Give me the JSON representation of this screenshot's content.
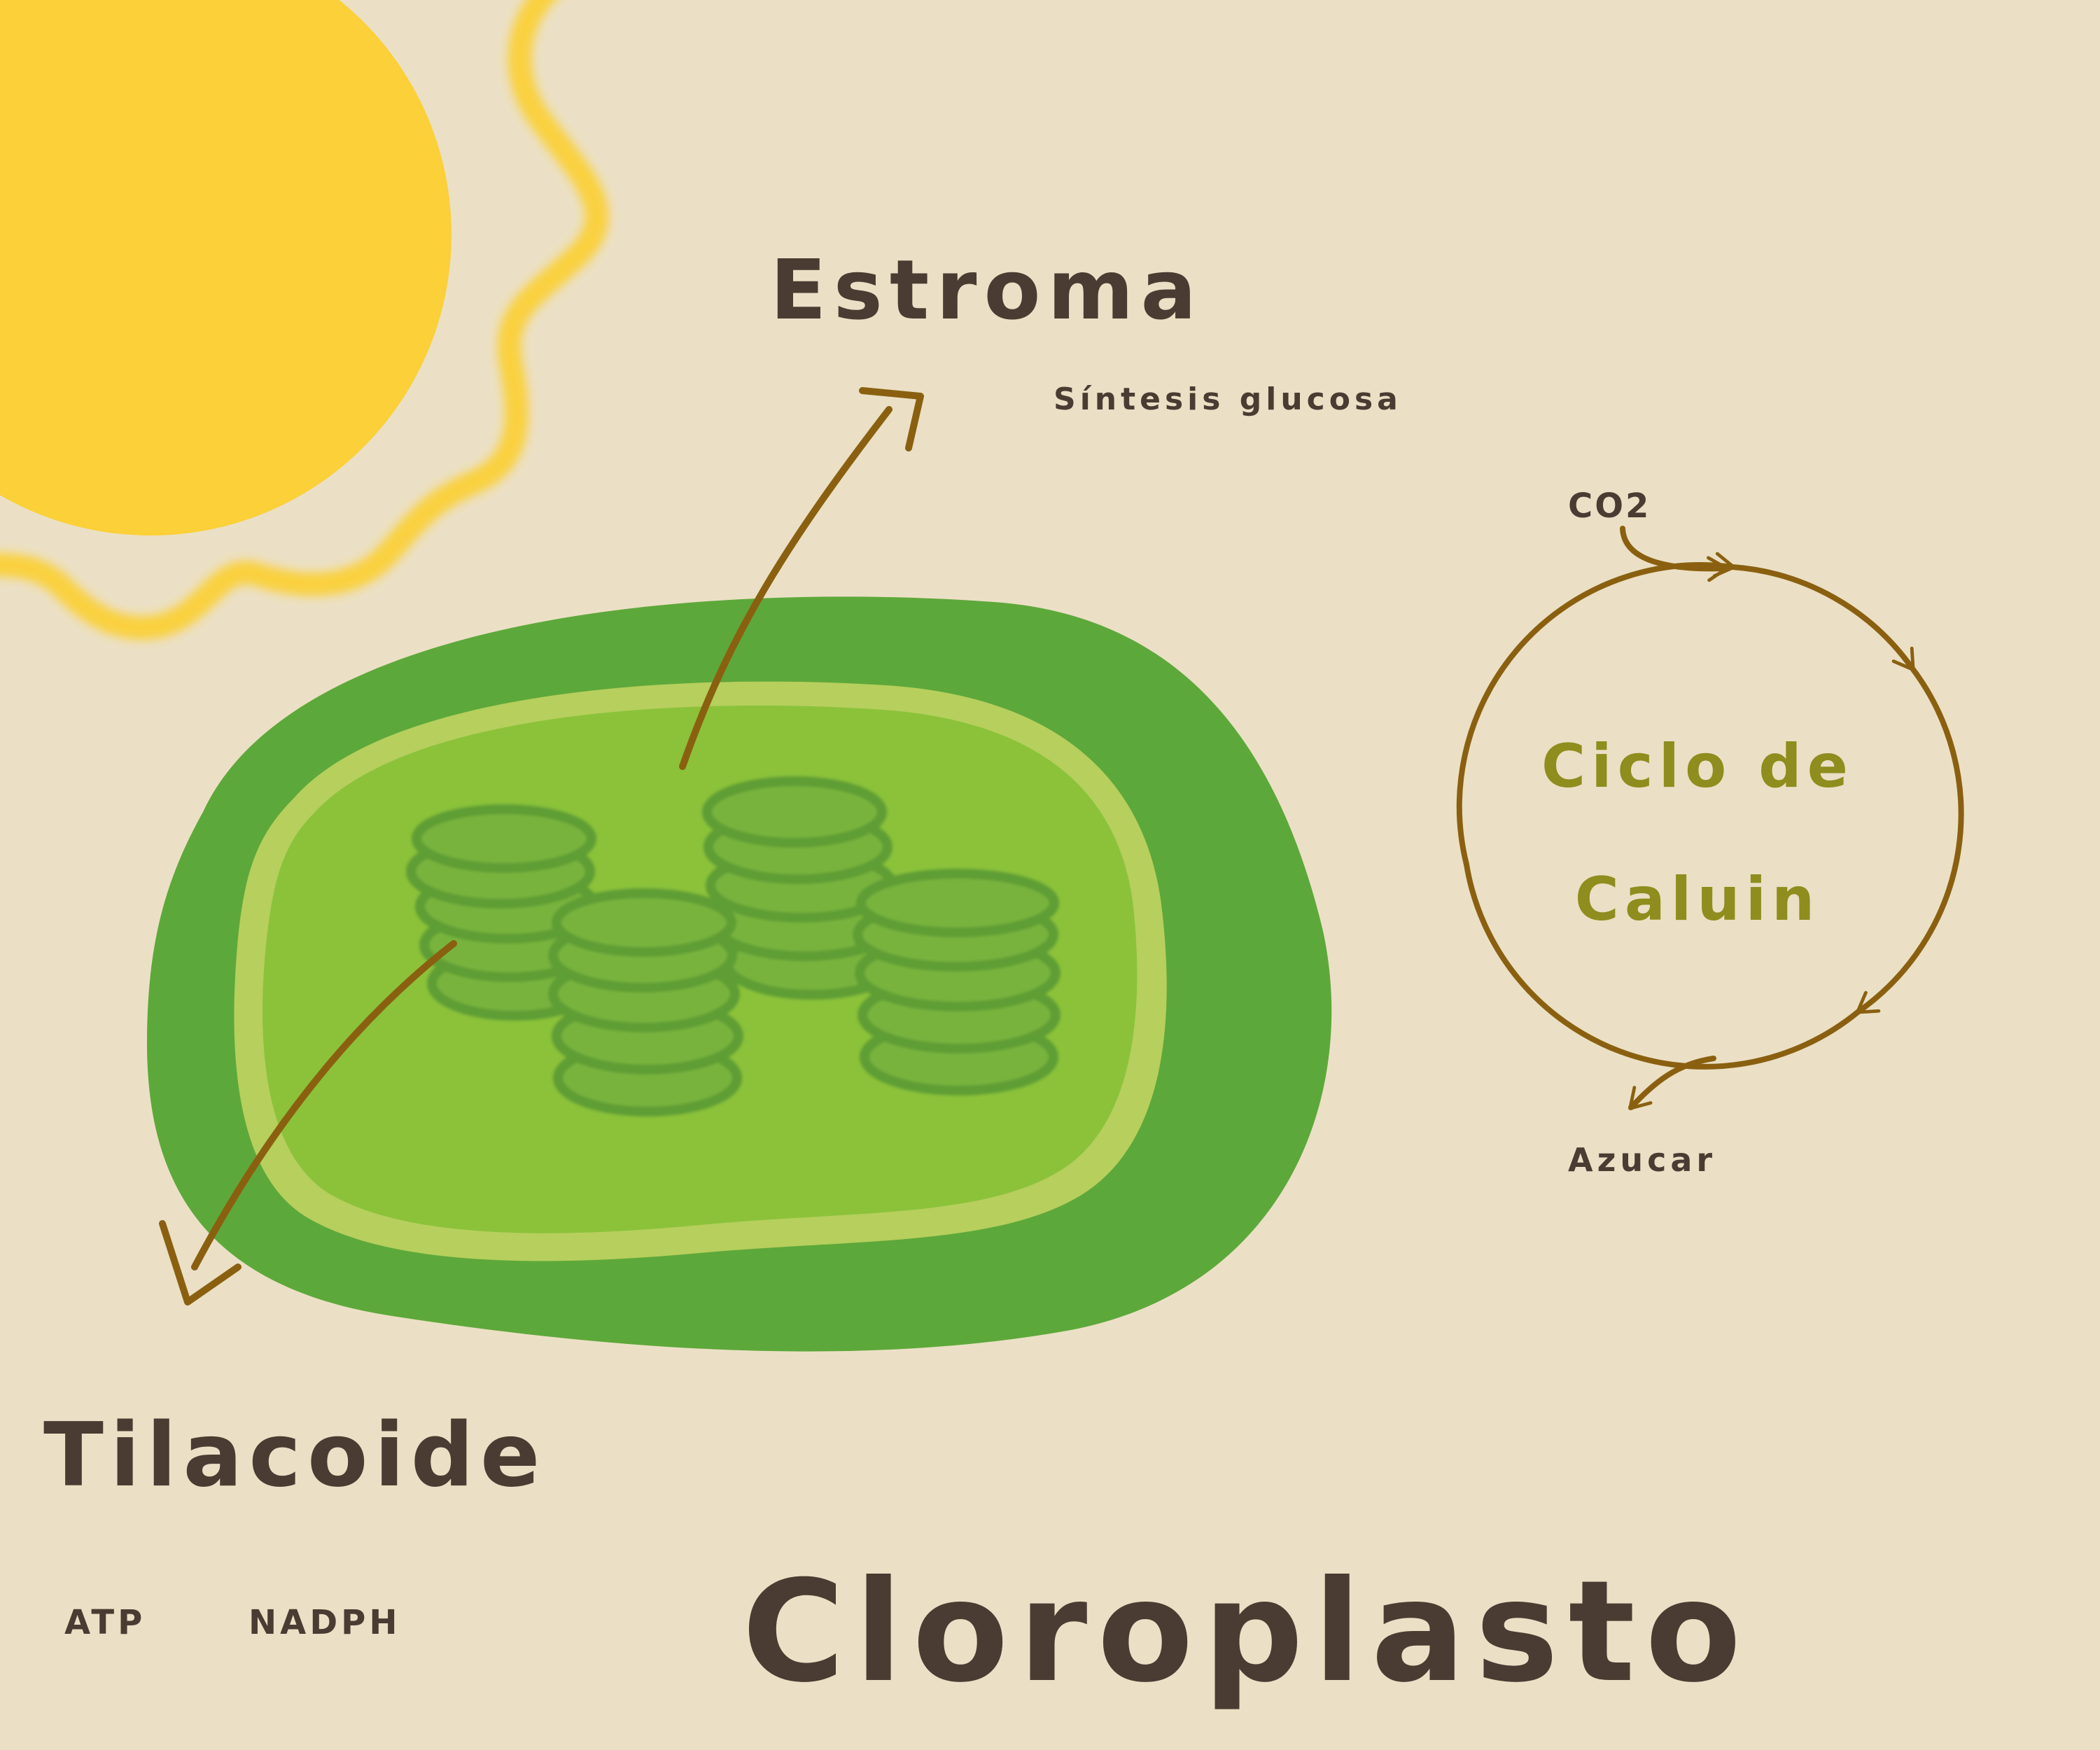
{
  "diagram": {
    "title": "Cloroplasto",
    "stroma": {
      "label": "Estroma",
      "description": "Síntesis glucosa"
    },
    "thylakoid": {
      "label": "Tilacoide",
      "products": [
        "ATP",
        "NADPH"
      ]
    },
    "calvin_cycle": {
      "name_line_1": "Ciclo de",
      "name_line_2": "Caluin",
      "input": "CO2",
      "output": "Azucar"
    },
    "colors": {
      "background": "#ebe0c5",
      "sun": "#fbd038",
      "chloroplast_outer": "#5da83a",
      "chloroplast_inner": "#8bc23a",
      "thylakoid": "#73b03a",
      "arrow": "#8a6010",
      "cycle_text": "#8e8d1e",
      "text": "#4a3c32"
    }
  }
}
